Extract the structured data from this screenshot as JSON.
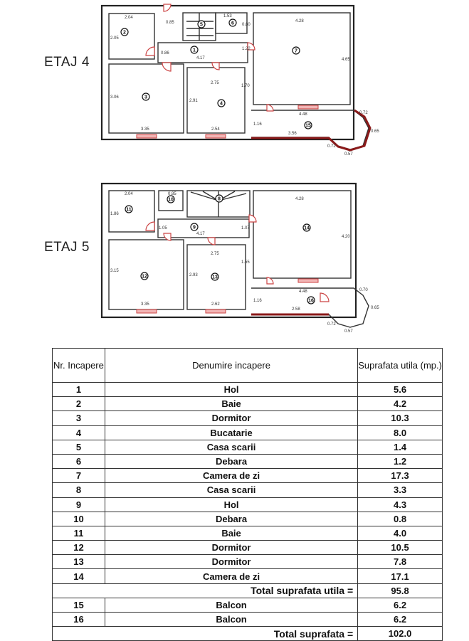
{
  "plans": [
    {
      "title": "ETAJ 4",
      "rooms": [
        "1",
        "2",
        "3",
        "4",
        "5",
        "6",
        "7",
        "15"
      ],
      "dims": [
        "2.04",
        "2.05",
        "0.85",
        "1.53",
        "0.80",
        "1.22",
        "4.17",
        "0.86",
        "4.28",
        "4.65",
        "3.06",
        "2.75",
        "2.91",
        "1.70",
        "3.35",
        "2.54",
        "4.48",
        "1.16",
        "3.56",
        "0.72",
        "0.65",
        "0.72",
        "0.57"
      ]
    },
    {
      "title": "ETAJ 5",
      "rooms": [
        "9",
        "11",
        "12",
        "13",
        "8",
        "10",
        "14",
        "16"
      ],
      "dims": [
        "2.04",
        "1.86",
        "1.05",
        "0.85",
        "4.17",
        "1.07",
        "4.28",
        "4.20",
        "3.15",
        "2.75",
        "2.93",
        "1.55",
        "3.35",
        "2.62",
        "4.48",
        "1.16",
        "2.58",
        "0.70",
        "0.65",
        "0.72",
        "0.57"
      ]
    }
  ],
  "table": {
    "headers": {
      "nr": "Nr. Incapere",
      "name": "Denumire incapere",
      "area": "Suprafata utila (mp.)"
    },
    "rows": [
      {
        "nr": "1",
        "name": "Hol",
        "area": "5.6"
      },
      {
        "nr": "2",
        "name": "Baie",
        "area": "4.2"
      },
      {
        "nr": "3",
        "name": "Dormitor",
        "area": "10.3"
      },
      {
        "nr": "4",
        "name": "Bucatarie",
        "area": "8.0"
      },
      {
        "nr": "5",
        "name": "Casa scarii",
        "area": "1.4"
      },
      {
        "nr": "6",
        "name": "Debara",
        "area": "1.2"
      },
      {
        "nr": "7",
        "name": "Camera de zi",
        "area": "17.3"
      },
      {
        "nr": "8",
        "name": "Casa scarii",
        "area": "3.3"
      },
      {
        "nr": "9",
        "name": "Hol",
        "area": "4.3"
      },
      {
        "nr": "10",
        "name": "Debara",
        "area": "0.8"
      },
      {
        "nr": "11",
        "name": "Baie",
        "area": "4.0"
      },
      {
        "nr": "12",
        "name": "Dormitor",
        "area": "10.5"
      },
      {
        "nr": "13",
        "name": "Dormitor",
        "area": "7.8"
      },
      {
        "nr": "14",
        "name": "Camera de zi",
        "area": "17.1"
      }
    ],
    "total_utila": {
      "label": "Total suprafata utila =",
      "value": "95.8"
    },
    "balcony_rows": [
      {
        "nr": "15",
        "name": "Balcon",
        "area": "6.2"
      },
      {
        "nr": "16",
        "name": "Balcon",
        "area": "6.2"
      }
    ],
    "total": {
      "label": "Total suprafata =",
      "value": "102.0"
    }
  }
}
